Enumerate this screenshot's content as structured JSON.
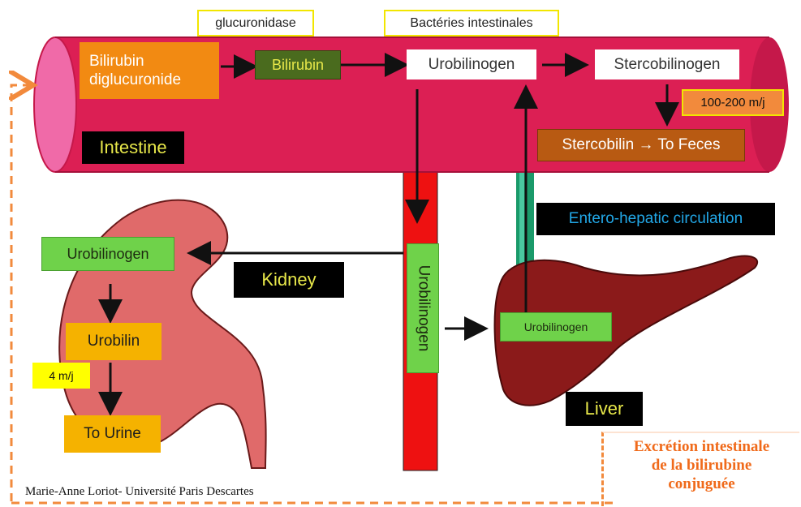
{
  "top_labels": {
    "glucuronidase": "glucuronidase",
    "bacteria": "Bactéries intestinales"
  },
  "intestine": {
    "bilirubin_diglucuronide": "Bilirubin diglucuronide",
    "bilirubin": "Bilirubin",
    "urobilinogen": "Urobilinogen",
    "stercobilinogen": "Stercobilinogen",
    "rate": "100-200 m/j",
    "stercobilin": "Stercobilin → To Feces",
    "label": "Intestine"
  },
  "vessel": {
    "urobilinogen": "Urobilinogen",
    "enterohepatic": "Entero-hepatic circulation"
  },
  "kidney": {
    "label": "Kidney",
    "urobilinogen": "Urobilinogen",
    "urobilin": "Urobilin",
    "rate": "4 m/j",
    "to_urine": "To Urine"
  },
  "liver": {
    "label": "Liver",
    "urobilinogen": "Urobilinogen"
  },
  "excretion": {
    "line1": "Excrétion intestinale",
    "line2": "de la bilirubine",
    "line3": "conjuguée"
  },
  "credit": "Marie-Anne Loriot- Université Paris Descartes",
  "colors": {
    "intestine": "#dc1f54",
    "vessel_red": "#ee1111",
    "vessel_teal": "#1a9a6a",
    "kidney": "#e06a6a",
    "liver": "#8b1a1a",
    "dashed_orange": "#f28a3c"
  }
}
